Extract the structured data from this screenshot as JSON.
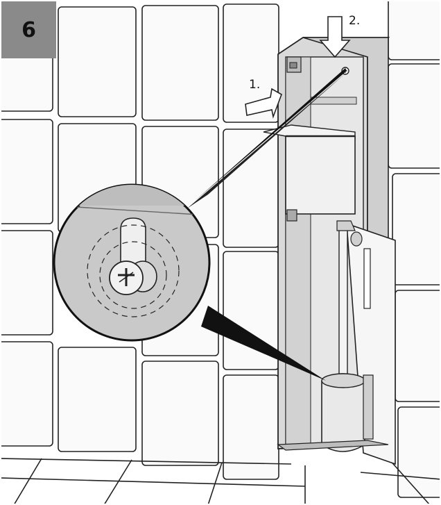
{
  "step": {
    "number": "6"
  },
  "callouts": {
    "first": "1.",
    "second": "2."
  },
  "colors": {
    "badge": "#8a8a8a",
    "tile_grout": "#222222",
    "cabinet": "#d7d7d7",
    "interior": "#e6e6e6",
    "shadow": "#c2c2c2",
    "magnifier": "#c9c9c9",
    "arrow_fill": "#ffffff"
  },
  "icons": [
    "down-arrow-icon",
    "push-arrow-icon",
    "screw-icon",
    "magnifier-callout-icon"
  ]
}
